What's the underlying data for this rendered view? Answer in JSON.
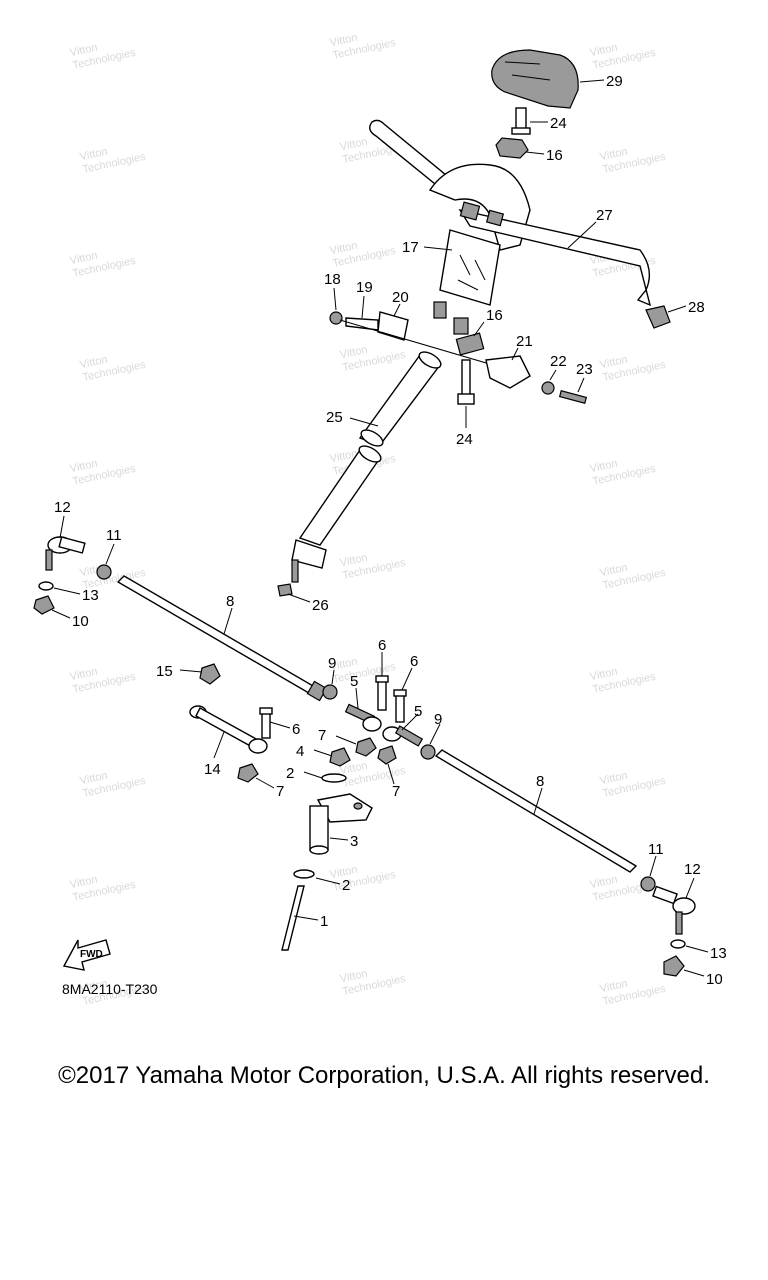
{
  "diagram": {
    "part_numbers": [
      "1",
      "2",
      "2",
      "3",
      "4",
      "5",
      "5",
      "6",
      "6",
      "6",
      "7",
      "7",
      "7",
      "8",
      "8",
      "9",
      "9",
      "10",
      "10",
      "11",
      "11",
      "12",
      "12",
      "13",
      "13",
      "14",
      "15",
      "16",
      "16",
      "17",
      "18",
      "19",
      "20",
      "21",
      "22",
      "23",
      "24",
      "24",
      "25",
      "26",
      "27",
      "28",
      "29"
    ],
    "reference_code": "8MA2110-T230",
    "fwd_label": "FWD",
    "watermark_lines": [
      "Vitton",
      "Technologies"
    ]
  },
  "footer": {
    "copyright": "©2017 Yamaha Motor Corporation, U.S.A. All rights reserved."
  }
}
